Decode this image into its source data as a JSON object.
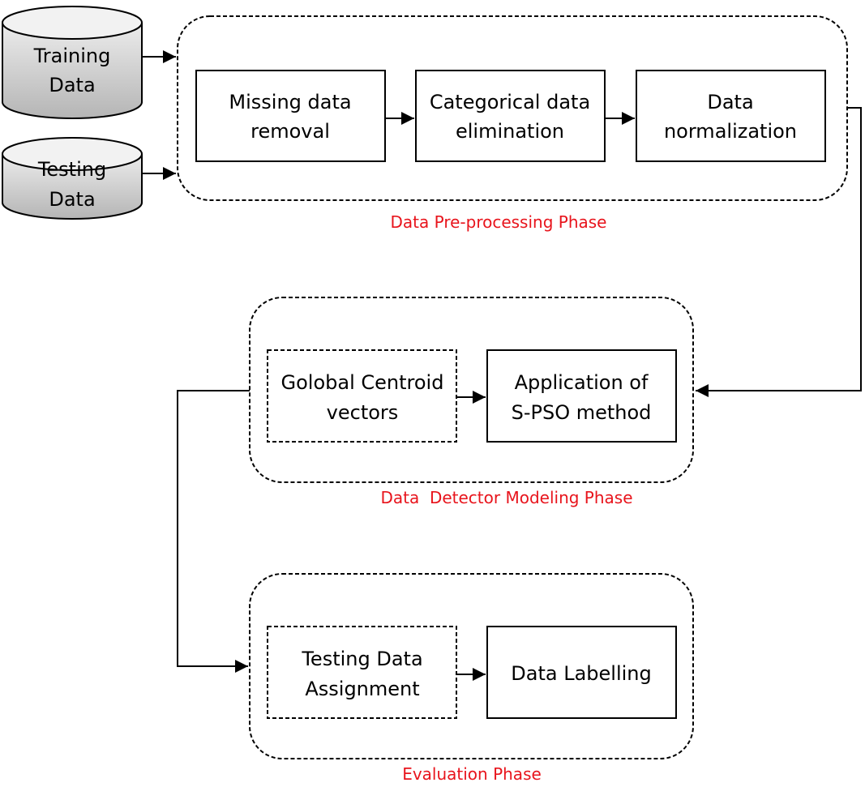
{
  "colors": {
    "phase_label": "#e8141c",
    "stroke": "#000000",
    "cylinder_fill_top": "#e8e8e8",
    "cylinder_fill_bottom": "#b8b8b8"
  },
  "inputs": {
    "training": {
      "line1": "Training",
      "line2": "Data"
    },
    "testing": {
      "line1": "Testing",
      "line2": "Data"
    }
  },
  "preprocessing": {
    "label": "Data Pre-processing Phase",
    "missing": {
      "line1": "Missing data",
      "line2": "removal"
    },
    "categorical": {
      "line1": "Categorical data",
      "line2": "elimination"
    },
    "normalization": {
      "line1": "Data",
      "line2": "normalization"
    }
  },
  "modeling": {
    "label": "Data  Detector Modeling Phase",
    "centroid": {
      "line1": "Golobal Centroid",
      "line2": "vectors"
    },
    "spso": {
      "line1": "Application of",
      "line2": "S-PSO method"
    }
  },
  "evaluation": {
    "label": "Evaluation Phase",
    "assignment": {
      "line1": "Testing Data",
      "line2": "Assignment"
    },
    "labelling": {
      "line1": "Data Labelling"
    }
  }
}
